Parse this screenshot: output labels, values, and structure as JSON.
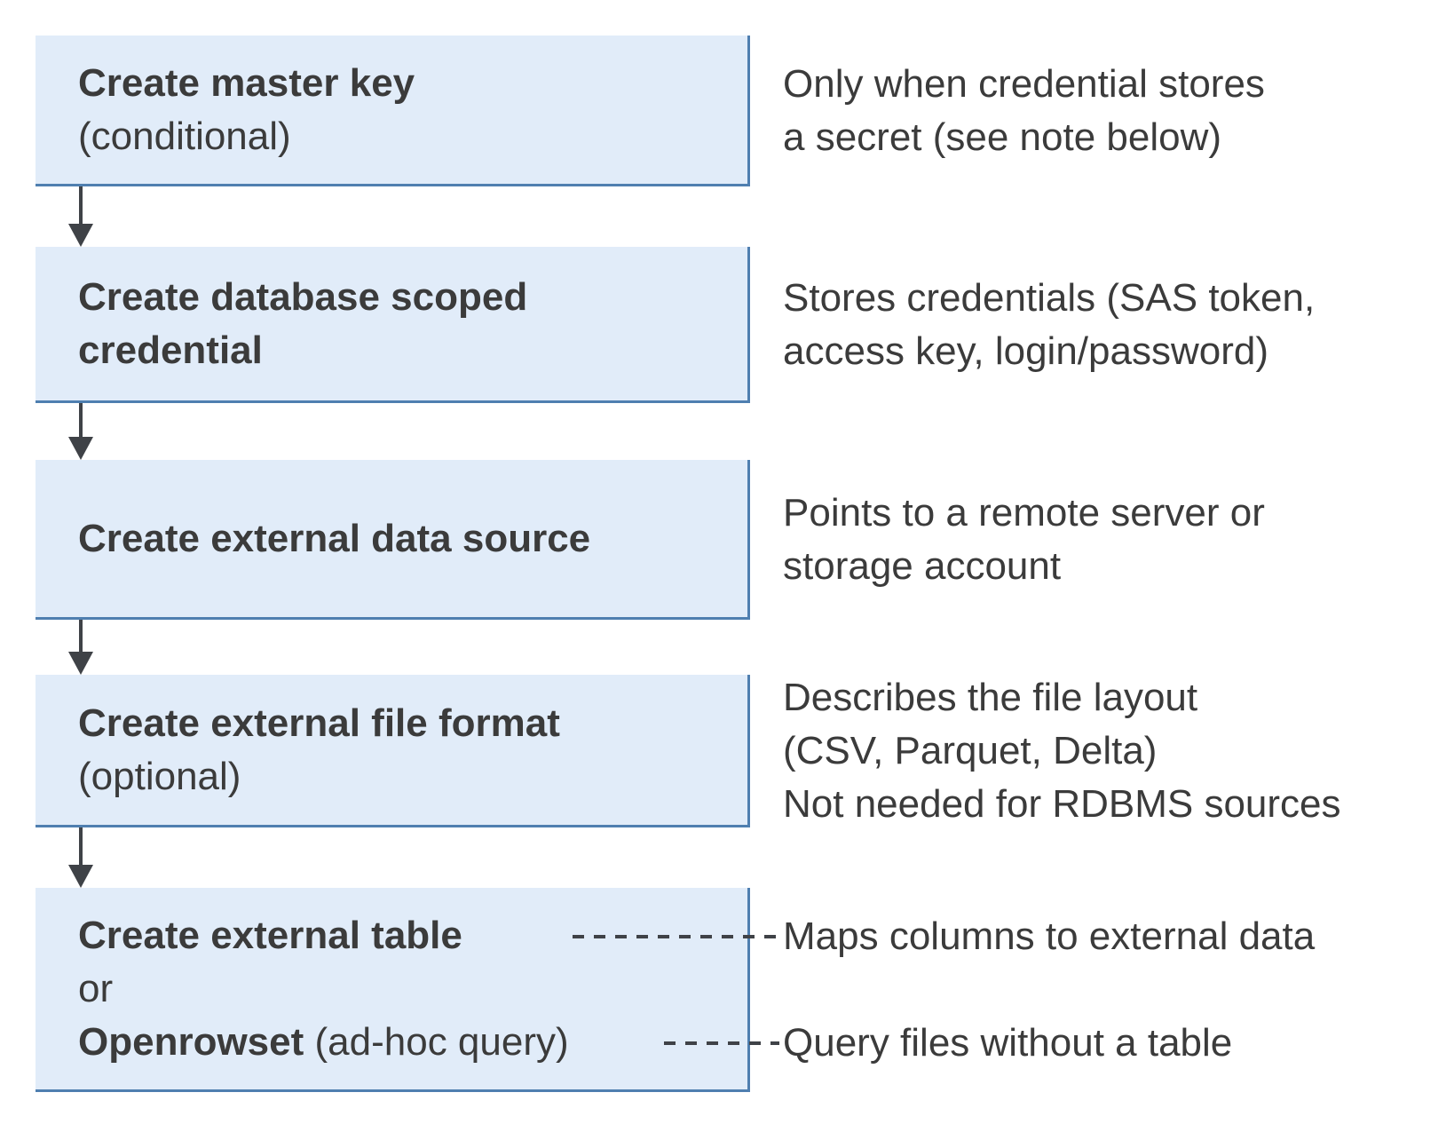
{
  "colors": {
    "box_fill": "#e1ecf9",
    "box_border": "#4f7fb0",
    "connector": "#3f4247",
    "text": "#3b3b3b"
  },
  "steps": [
    {
      "title": "Create master key",
      "subtitle": "(conditional)",
      "note": {
        "lines": [
          "Only when credential stores",
          "a secret (see note below)"
        ]
      }
    },
    {
      "title": "Create database scoped credential",
      "note": {
        "lines": [
          "Stores credentials (SAS token,",
          "access key, login/password)"
        ]
      }
    },
    {
      "title": "Create external data source",
      "note": {
        "lines": [
          "Points to a remote server or",
          "storage account"
        ]
      }
    },
    {
      "title": "Create external file format",
      "subtitle": "(optional)",
      "note": {
        "lines": [
          "Describes the file layout",
          "(CSV, Parquet, Delta)",
          "Not needed for RDBMS sources"
        ]
      }
    },
    {
      "line1": "Create external table",
      "line2": "or",
      "line3_bold": "Openrowset",
      "line3_rest": " (ad-hoc query)",
      "note_table": "Maps columns to external data",
      "note_query": "Query files without a table"
    }
  ]
}
